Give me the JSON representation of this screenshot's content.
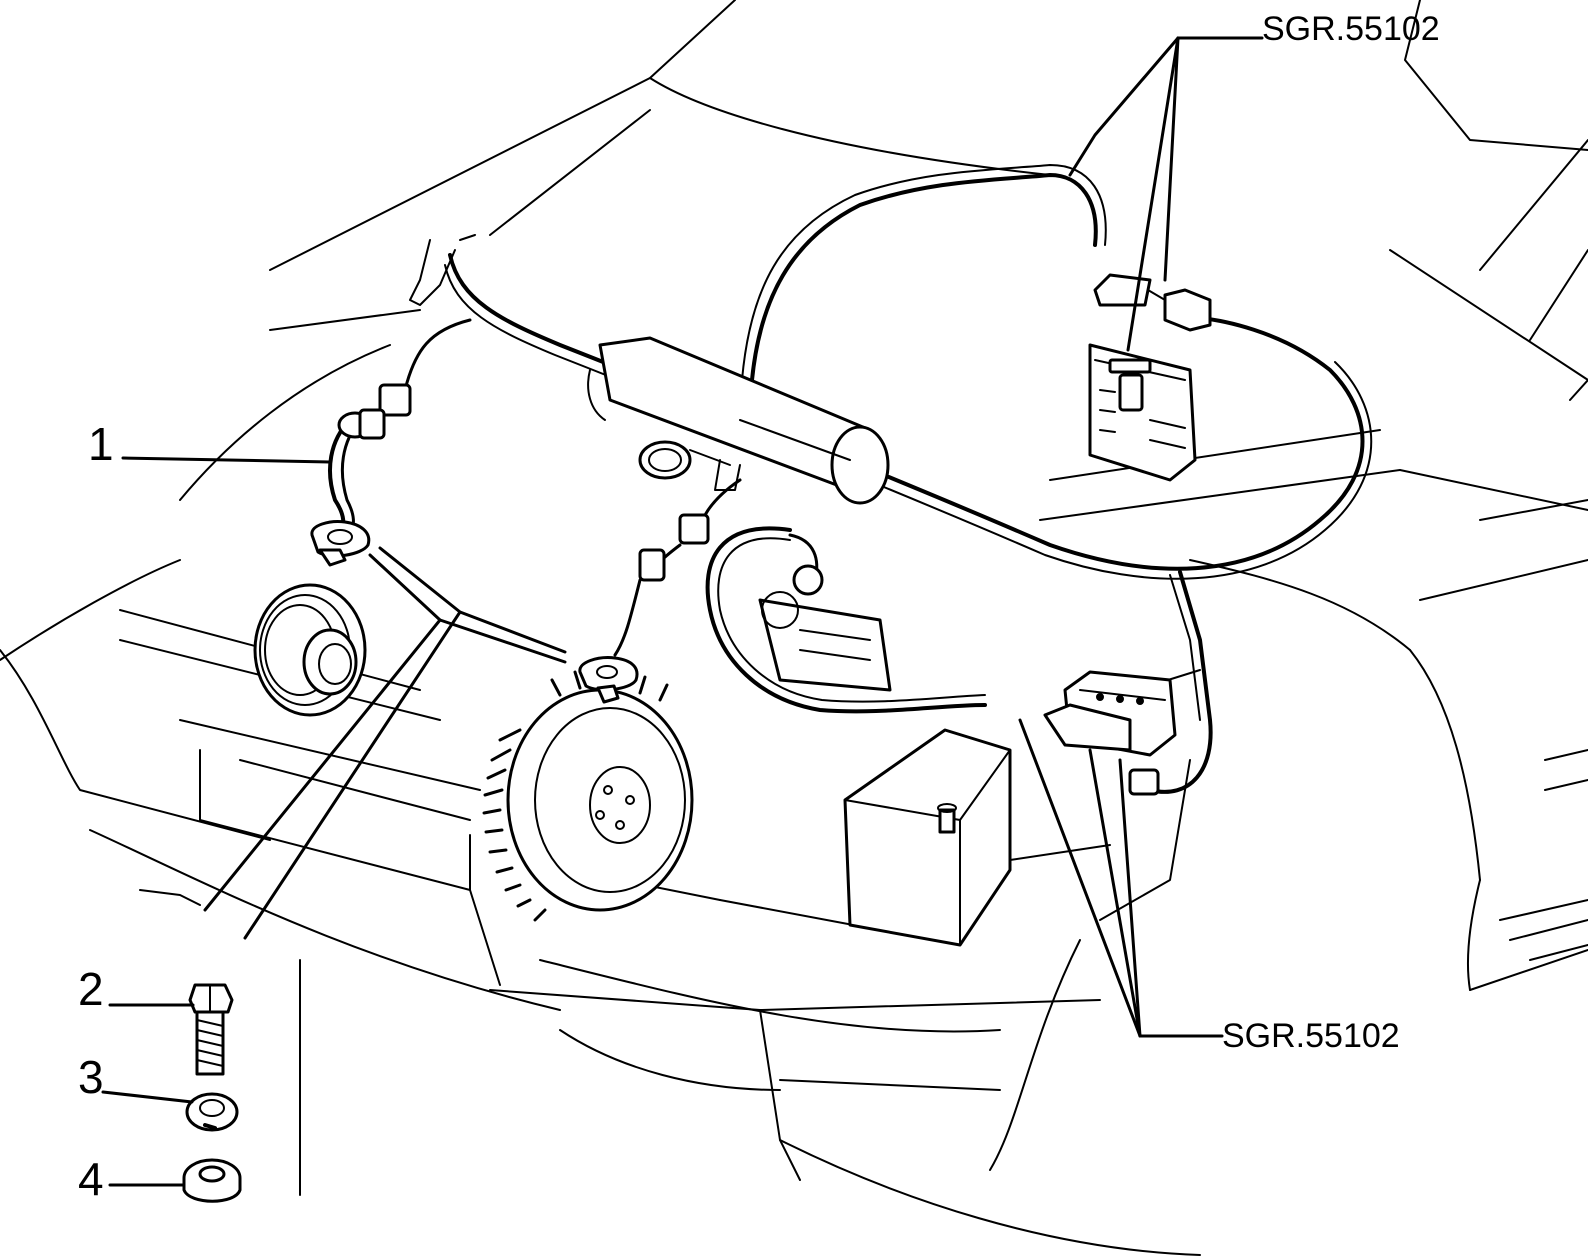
{
  "callouts": [
    {
      "id": "1",
      "label": "1"
    },
    {
      "id": "2",
      "label": "2"
    },
    {
      "id": "3",
      "label": "3"
    },
    {
      "id": "4",
      "label": "4"
    }
  ],
  "references": {
    "top": "SGR.55102",
    "bottom": "SGR.55102"
  }
}
